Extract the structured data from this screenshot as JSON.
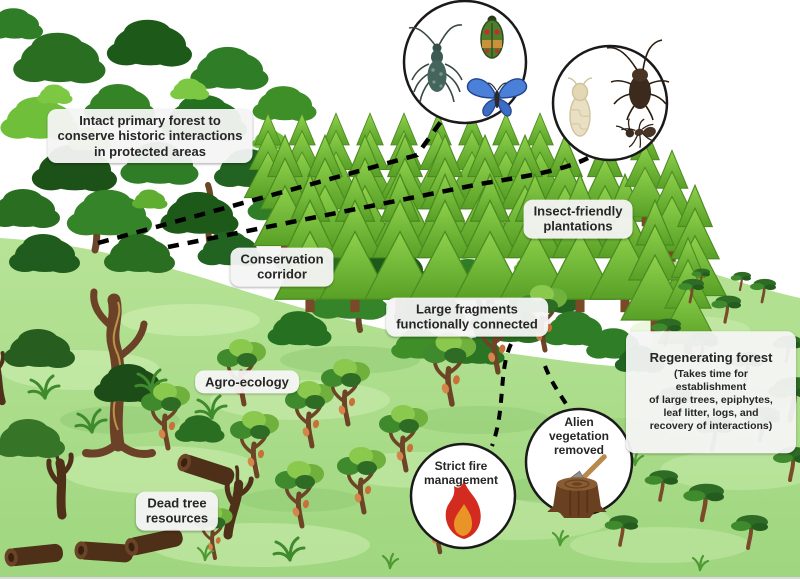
{
  "figure_title": "Insect-friendly forest landscape management diagram",
  "labels": {
    "intact_primary_forest": "Intact primary forest to\nconserve historic interactions\nin protected areas",
    "conservation_corridor": "Conservation\ncorridor",
    "insect_friendly_plantations": "Insect-friendly\nplantations",
    "large_fragments": "Large fragments\nfunctionally connected",
    "agro_ecology": "Agro-ecology",
    "regenerating_forest_title": "Regenerating forest",
    "regenerating_forest_note": "(Takes time for\nestablishment\nof large trees, epiphytes,\nleaf litter, logs, and\nrecovery of interactions)",
    "dead_tree_resources": "Dead tree\nresources",
    "strict_fire_management": "Strict fire\nmanagement",
    "alien_vegetation_removed": "Alien\nvegetation\nremoved"
  },
  "insets": {
    "left_insect_circle": [
      "longhorn beetle",
      "jewel beetle",
      "blue butterfly"
    ],
    "right_insect_circle": [
      "termite",
      "cockroach",
      "ant"
    ],
    "fire_circle_icon": "flame",
    "stump_circle_icon": "tree stump with axe"
  },
  "colors": {
    "sky": "#ffffff",
    "field": "#aede8c",
    "canopy_dark": "#1d5a1a",
    "canopy_mid": "#2f7d26",
    "canopy_bright": "#7cc843",
    "conifer_light": "#8ed14c",
    "conifer_dark": "#58a026",
    "trunk": "#6b4629",
    "dead_wood": "#4e3018",
    "pod_orange": "#d4854a",
    "flame_red": "#d32b20",
    "flame_orange": "#e89427",
    "butterfly_blue": "#4a80d8",
    "dashed_line": "#000000",
    "label_bg": "#f4f4f4",
    "label_text": "#262626"
  }
}
